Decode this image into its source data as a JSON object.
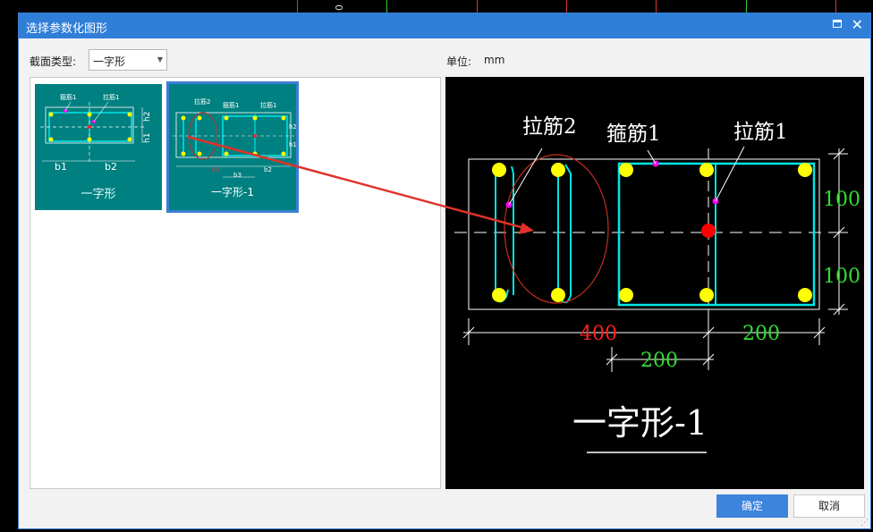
{
  "window": {
    "title": "选择参数化图形"
  },
  "form": {
    "section_type_label": "截面类型:",
    "section_type_value": "一字形",
    "unit_label": "单位:",
    "unit_value": "mm"
  },
  "thumbnails": [
    {
      "label": "一字形",
      "tag_stirrup": "箍筋1",
      "tag_tie": "拉筋1",
      "dim_b1": "b1",
      "dim_b2": "b2",
      "dim_h1": "h1",
      "dim_h2": "h2"
    },
    {
      "label": "一字形-1",
      "tag_tie2": "拉筋2",
      "tag_stirrup": "箍筋1",
      "tag_tie1": "拉筋1",
      "dim_b1": "b1",
      "dim_b2": "b2",
      "dim_b3": "b3",
      "dim_h1": "h1",
      "dim_h2": "h2"
    }
  ],
  "preview": {
    "title": "一字形-1",
    "tag_tie2": "拉筋2",
    "tag_stirrup": "箍筋1",
    "tag_tie1": "拉筋1",
    "dim_width_total": "400",
    "dim_width_right": "200",
    "dim_width_mid": "200",
    "dim_height_top": "100",
    "dim_height_bottom": "100"
  },
  "buttons": {
    "ok": "确定",
    "cancel": "取消"
  },
  "background": {
    "partial_text": "0"
  },
  "colors": {
    "titlebar": "#2f7ed8",
    "cyan": "#00e5e5",
    "yellow": "#ffff00",
    "magenta": "#ff00ff",
    "red_dim": "#ff2020",
    "green_dim": "#33dd33",
    "annotation": "#e0322a",
    "thumb_bg": "#008080"
  }
}
